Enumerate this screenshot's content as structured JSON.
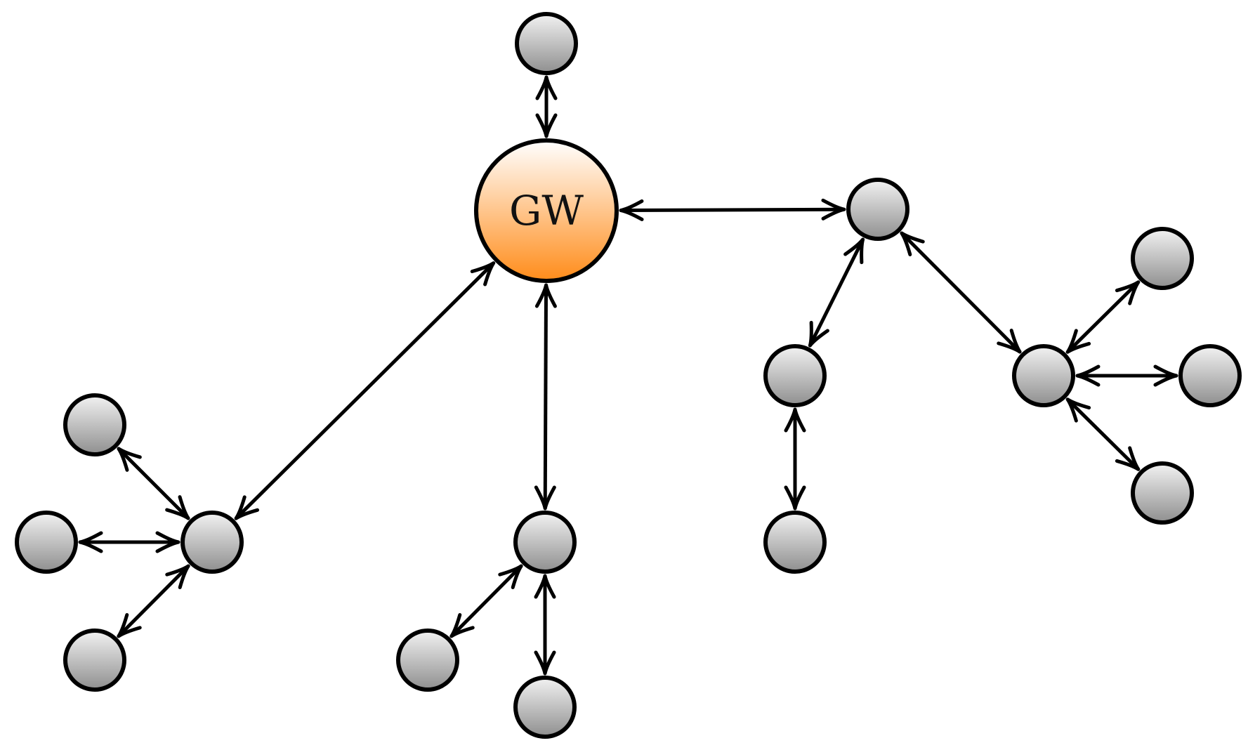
{
  "diagram": {
    "gateway": {
      "id": "gw",
      "label": "GW"
    },
    "nodes": [
      {
        "id": "n_top"
      },
      {
        "id": "n_right_hub"
      },
      {
        "id": "n_right_mid"
      },
      {
        "id": "n_right_bottom"
      },
      {
        "id": "n_far_hub"
      },
      {
        "id": "n_far_top"
      },
      {
        "id": "n_far_right"
      },
      {
        "id": "n_far_bottom"
      },
      {
        "id": "n_left_hub"
      },
      {
        "id": "n_left_top"
      },
      {
        "id": "n_left_mid"
      },
      {
        "id": "n_left_bottom"
      },
      {
        "id": "n_center_hub"
      },
      {
        "id": "n_center_left"
      },
      {
        "id": "n_center_bottom"
      }
    ],
    "edges": [
      {
        "from": "gw",
        "to": "n_top",
        "direction": "bidirectional"
      },
      {
        "from": "gw",
        "to": "n_right_hub",
        "direction": "bidirectional"
      },
      {
        "from": "gw",
        "to": "n_left_hub",
        "direction": "bidirectional"
      },
      {
        "from": "gw",
        "to": "n_center_hub",
        "direction": "bidirectional"
      },
      {
        "from": "n_right_hub",
        "to": "n_right_mid",
        "direction": "bidirectional"
      },
      {
        "from": "n_right_hub",
        "to": "n_far_hub",
        "direction": "bidirectional"
      },
      {
        "from": "n_right_mid",
        "to": "n_right_bottom",
        "direction": "bidirectional"
      },
      {
        "from": "n_far_hub",
        "to": "n_far_top",
        "direction": "bidirectional"
      },
      {
        "from": "n_far_hub",
        "to": "n_far_right",
        "direction": "bidirectional"
      },
      {
        "from": "n_far_hub",
        "to": "n_far_bottom",
        "direction": "bidirectional"
      },
      {
        "from": "n_left_hub",
        "to": "n_left_top",
        "direction": "bidirectional"
      },
      {
        "from": "n_left_hub",
        "to": "n_left_mid",
        "direction": "bidirectional"
      },
      {
        "from": "n_left_hub",
        "to": "n_left_bottom",
        "direction": "bidirectional"
      },
      {
        "from": "n_center_hub",
        "to": "n_center_left",
        "direction": "bidirectional"
      },
      {
        "from": "n_center_hub",
        "to": "n_center_bottom",
        "direction": "bidirectional"
      }
    ],
    "colors": {
      "gateway_fill_top": "#ffffff",
      "gateway_fill_bottom": "#ff8c1a",
      "node_fill_top": "#f2f2f2",
      "node_fill_bottom": "#8f8f8f",
      "stroke": "#000000"
    }
  }
}
